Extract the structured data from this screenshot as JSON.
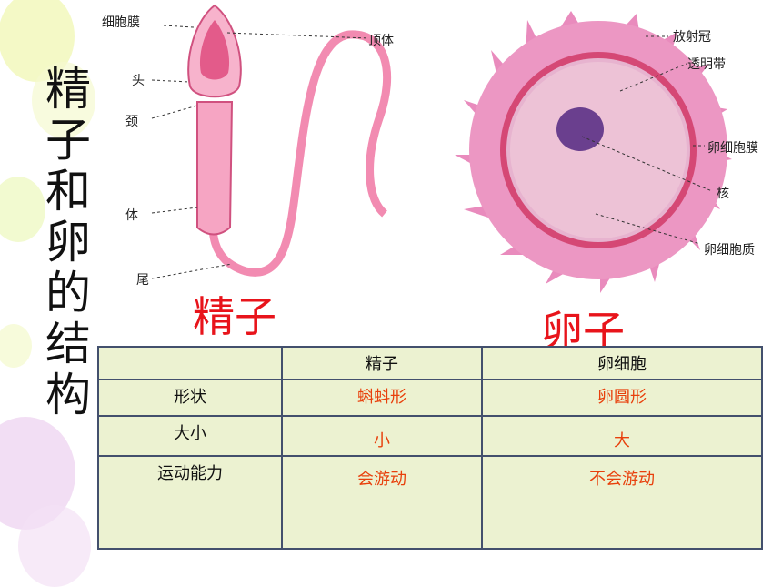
{
  "title": "精子和卵的结构",
  "sperm_labels": [
    "细胞膜",
    "顶体",
    "头",
    "颈",
    "体",
    "尾"
  ],
  "egg_labels": [
    "放射冠",
    "透明带",
    "卵细胞膜",
    "核",
    "卵细胞质"
  ],
  "sperm_caption": "精子",
  "egg_caption": "卵子",
  "table": {
    "headers": [
      "",
      "精子",
      "卵细胞"
    ],
    "rows": [
      {
        "label": "形状",
        "sperm": "蝌蚪形",
        "egg": "卵圆形"
      },
      {
        "label": "大小",
        "sperm": "小",
        "egg": "大"
      },
      {
        "label": "运动能力",
        "sperm": "会游动",
        "egg": "不会游动"
      }
    ]
  },
  "colors": {
    "caption": "#e8141b",
    "value": "#e8400c",
    "table_bg": "#ecf2d1",
    "border": "#43506d"
  }
}
